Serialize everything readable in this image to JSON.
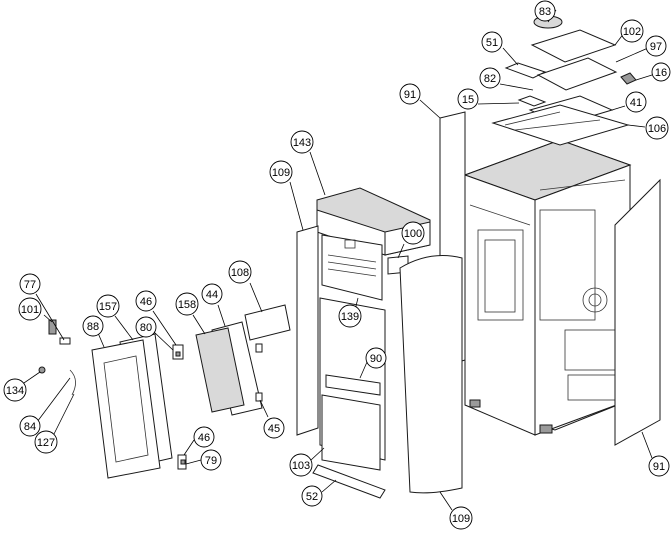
{
  "callouts": [
    {
      "id": "c83",
      "label": "83"
    },
    {
      "id": "c102",
      "label": "102"
    },
    {
      "id": "c51",
      "label": "51"
    },
    {
      "id": "c97",
      "label": "97"
    },
    {
      "id": "c82",
      "label": "82"
    },
    {
      "id": "c16",
      "label": "16"
    },
    {
      "id": "c91a",
      "label": "91"
    },
    {
      "id": "c15",
      "label": "15"
    },
    {
      "id": "c41",
      "label": "41"
    },
    {
      "id": "c106",
      "label": "106"
    },
    {
      "id": "c143",
      "label": "143"
    },
    {
      "id": "c109a",
      "label": "109"
    },
    {
      "id": "c100",
      "label": "100"
    },
    {
      "id": "c108",
      "label": "108"
    },
    {
      "id": "c77",
      "label": "77"
    },
    {
      "id": "c157",
      "label": "157"
    },
    {
      "id": "c46a",
      "label": "46"
    },
    {
      "id": "c158",
      "label": "158"
    },
    {
      "id": "c44",
      "label": "44"
    },
    {
      "id": "c101",
      "label": "101"
    },
    {
      "id": "c88",
      "label": "88"
    },
    {
      "id": "c80",
      "label": "80"
    },
    {
      "id": "c139",
      "label": "139"
    },
    {
      "id": "c90",
      "label": "90"
    },
    {
      "id": "c134",
      "label": "134"
    },
    {
      "id": "c84",
      "label": "84"
    },
    {
      "id": "c127",
      "label": "127"
    },
    {
      "id": "c45",
      "label": "45"
    },
    {
      "id": "c46b",
      "label": "46"
    },
    {
      "id": "c79",
      "label": "79"
    },
    {
      "id": "c103",
      "label": "103"
    },
    {
      "id": "c52",
      "label": "52"
    },
    {
      "id": "c91b",
      "label": "91"
    },
    {
      "id": "c109b",
      "label": "109"
    }
  ]
}
